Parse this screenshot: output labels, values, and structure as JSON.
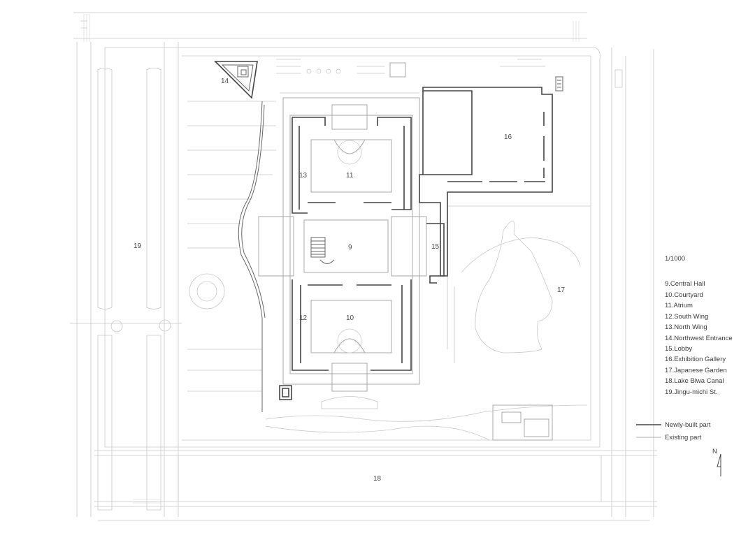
{
  "scale": "1/1000",
  "numbers": {
    "n9": "9",
    "n10": "10",
    "n11": "11",
    "n12": "12",
    "n13": "13",
    "n14": "14",
    "n15": "15",
    "n16": "16",
    "n17": "17",
    "n18": "18",
    "n19": "19"
  },
  "legend": {
    "items": [
      "9.Central Hall",
      "10.Courtyard",
      "11.Atrium",
      "12.South Wing",
      "13.North Wing",
      "14.Northwest Entrance",
      "15.Lobby",
      "16.Exhibition Gallery",
      "17.Japanese Garden",
      "18.Lake Biwa Canal",
      "19.Jingu-michi St."
    ],
    "newly_built": "Newly-built part",
    "existing": "Existing part"
  },
  "north_label": "N",
  "colors": {
    "new_line": "#444444",
    "existing_line": "#b0b0b0",
    "background": "#ffffff"
  }
}
